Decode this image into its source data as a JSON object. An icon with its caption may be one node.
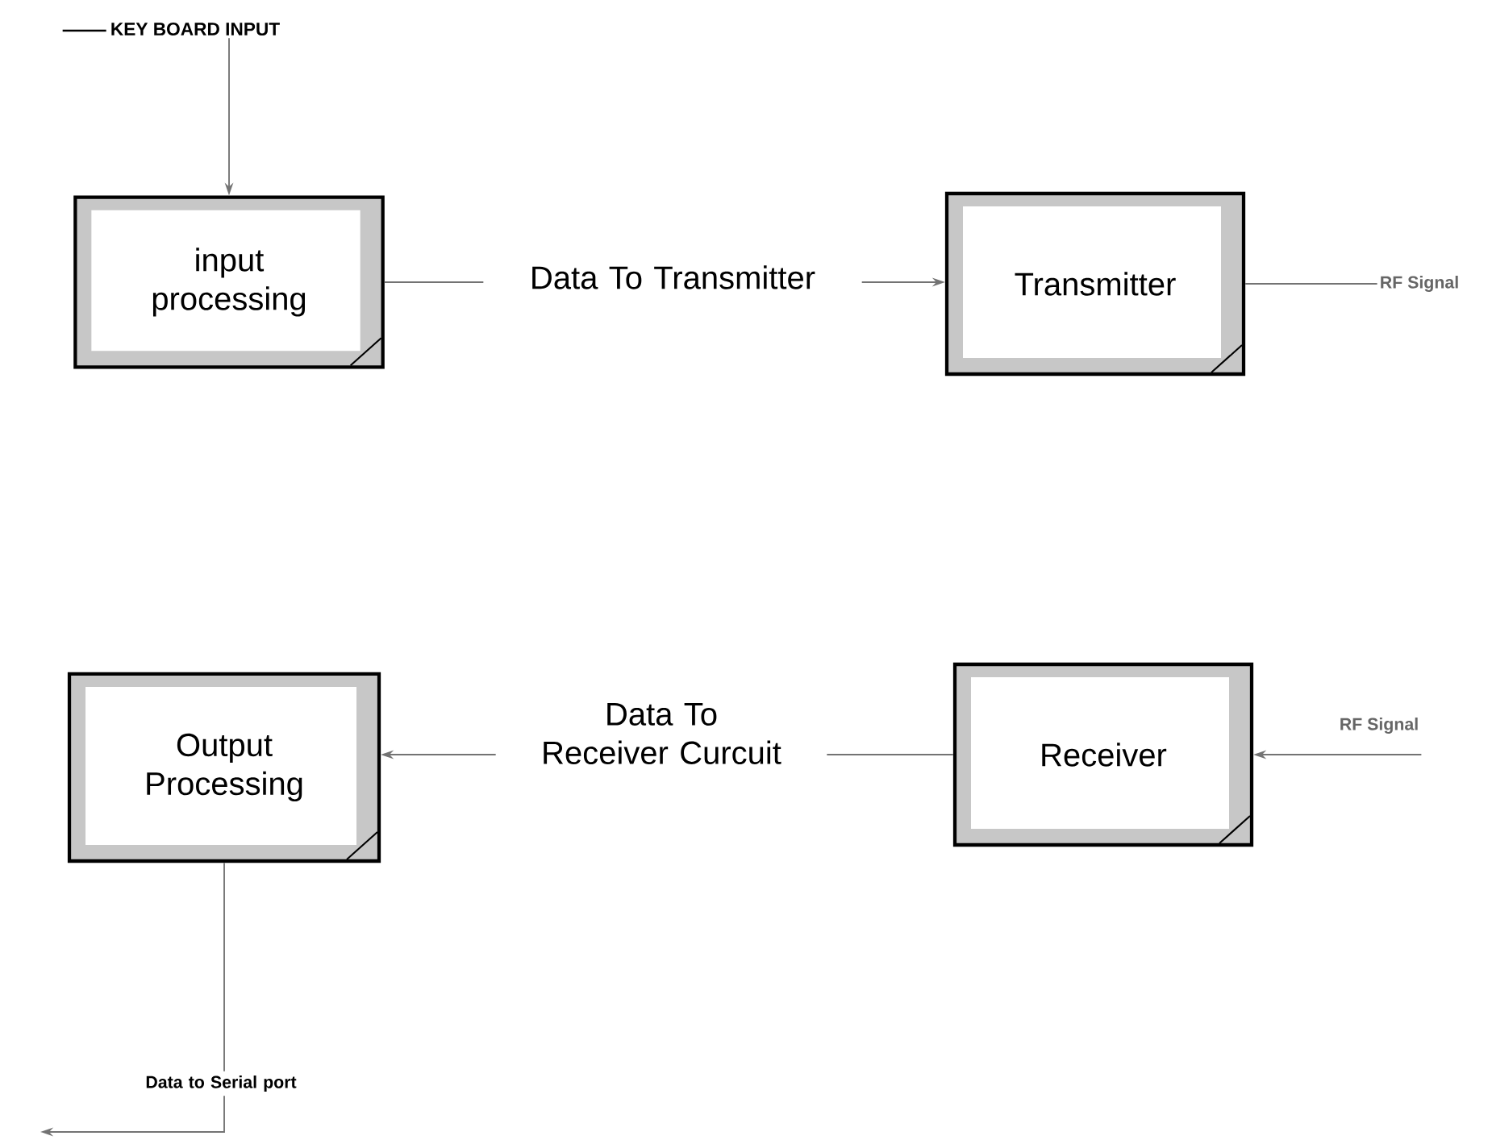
{
  "diagram": {
    "nodes": [
      {
        "text": [
          "KEY BOARD INPUT"
        ]
      },
      {
        "text": [
          "input processing"
        ]
      },
      {
        "text": [
          "Transmitter"
        ]
      },
      {
        "text": [
          "Output Processing"
        ]
      },
      {
        "text": [
          "Receiver"
        ]
      },
      {
        "text": [
          "RF Signal"
        ]
      },
      {
        "text": [
          "RF Signal"
        ]
      }
    ],
    "edges": [
      {
        "from": 0,
        "to": 1,
        "arrow": "to"
      },
      {
        "from": 1,
        "to": 2,
        "arrow": "to",
        "label": "Data To Transmitter"
      },
      {
        "from": 2,
        "to": 5,
        "arrow": "none"
      },
      {
        "from": 6,
        "to": 4,
        "arrow": "to"
      },
      {
        "from": 4,
        "to": 3,
        "arrow": "to",
        "label": "Data To Receiver Curcuit"
      },
      {
        "from": 3,
        "to": null,
        "arrow": "to",
        "label": "Data to Serial port"
      }
    ]
  }
}
